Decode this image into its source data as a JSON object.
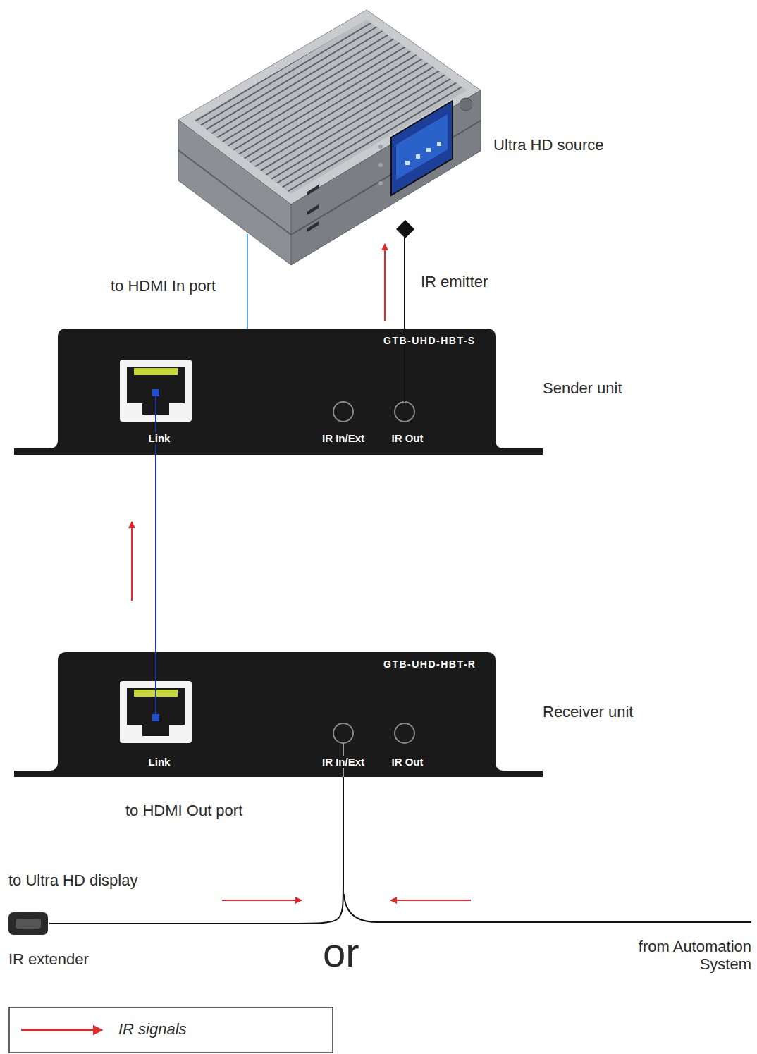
{
  "diagram": {
    "nodes": [
      {
        "text": [
          "Ultra HD source"
        ]
      },
      {
        "text": [
          "GTB-UHD-HBT-S",
          "Link",
          "IR In/Ext",
          "IR Out",
          "Sender unit"
        ]
      },
      {
        "text": [
          "GTB-UHD-HBT-R",
          "Link",
          "IR In/Ext",
          "IR Out",
          "Receiver unit"
        ]
      },
      {
        "text": [
          "IR extender"
        ]
      }
    ],
    "edges": [
      {
        "from": 1,
        "to": 0,
        "label": "to HDMI In port",
        "arrow": "none"
      },
      {
        "from": 1,
        "to": 0,
        "label": "IR emitter",
        "arrow": "none"
      },
      {
        "from": 2,
        "to": 1,
        "arrow": "none"
      },
      {
        "from": 3,
        "to": 2,
        "arrow": "none"
      }
    ],
    "labels": [
      "to HDMI Out port",
      "to Ultra HD display",
      "or",
      "from Automation System"
    ],
    "legend": [
      {
        "text": "IR signals"
      }
    ]
  }
}
